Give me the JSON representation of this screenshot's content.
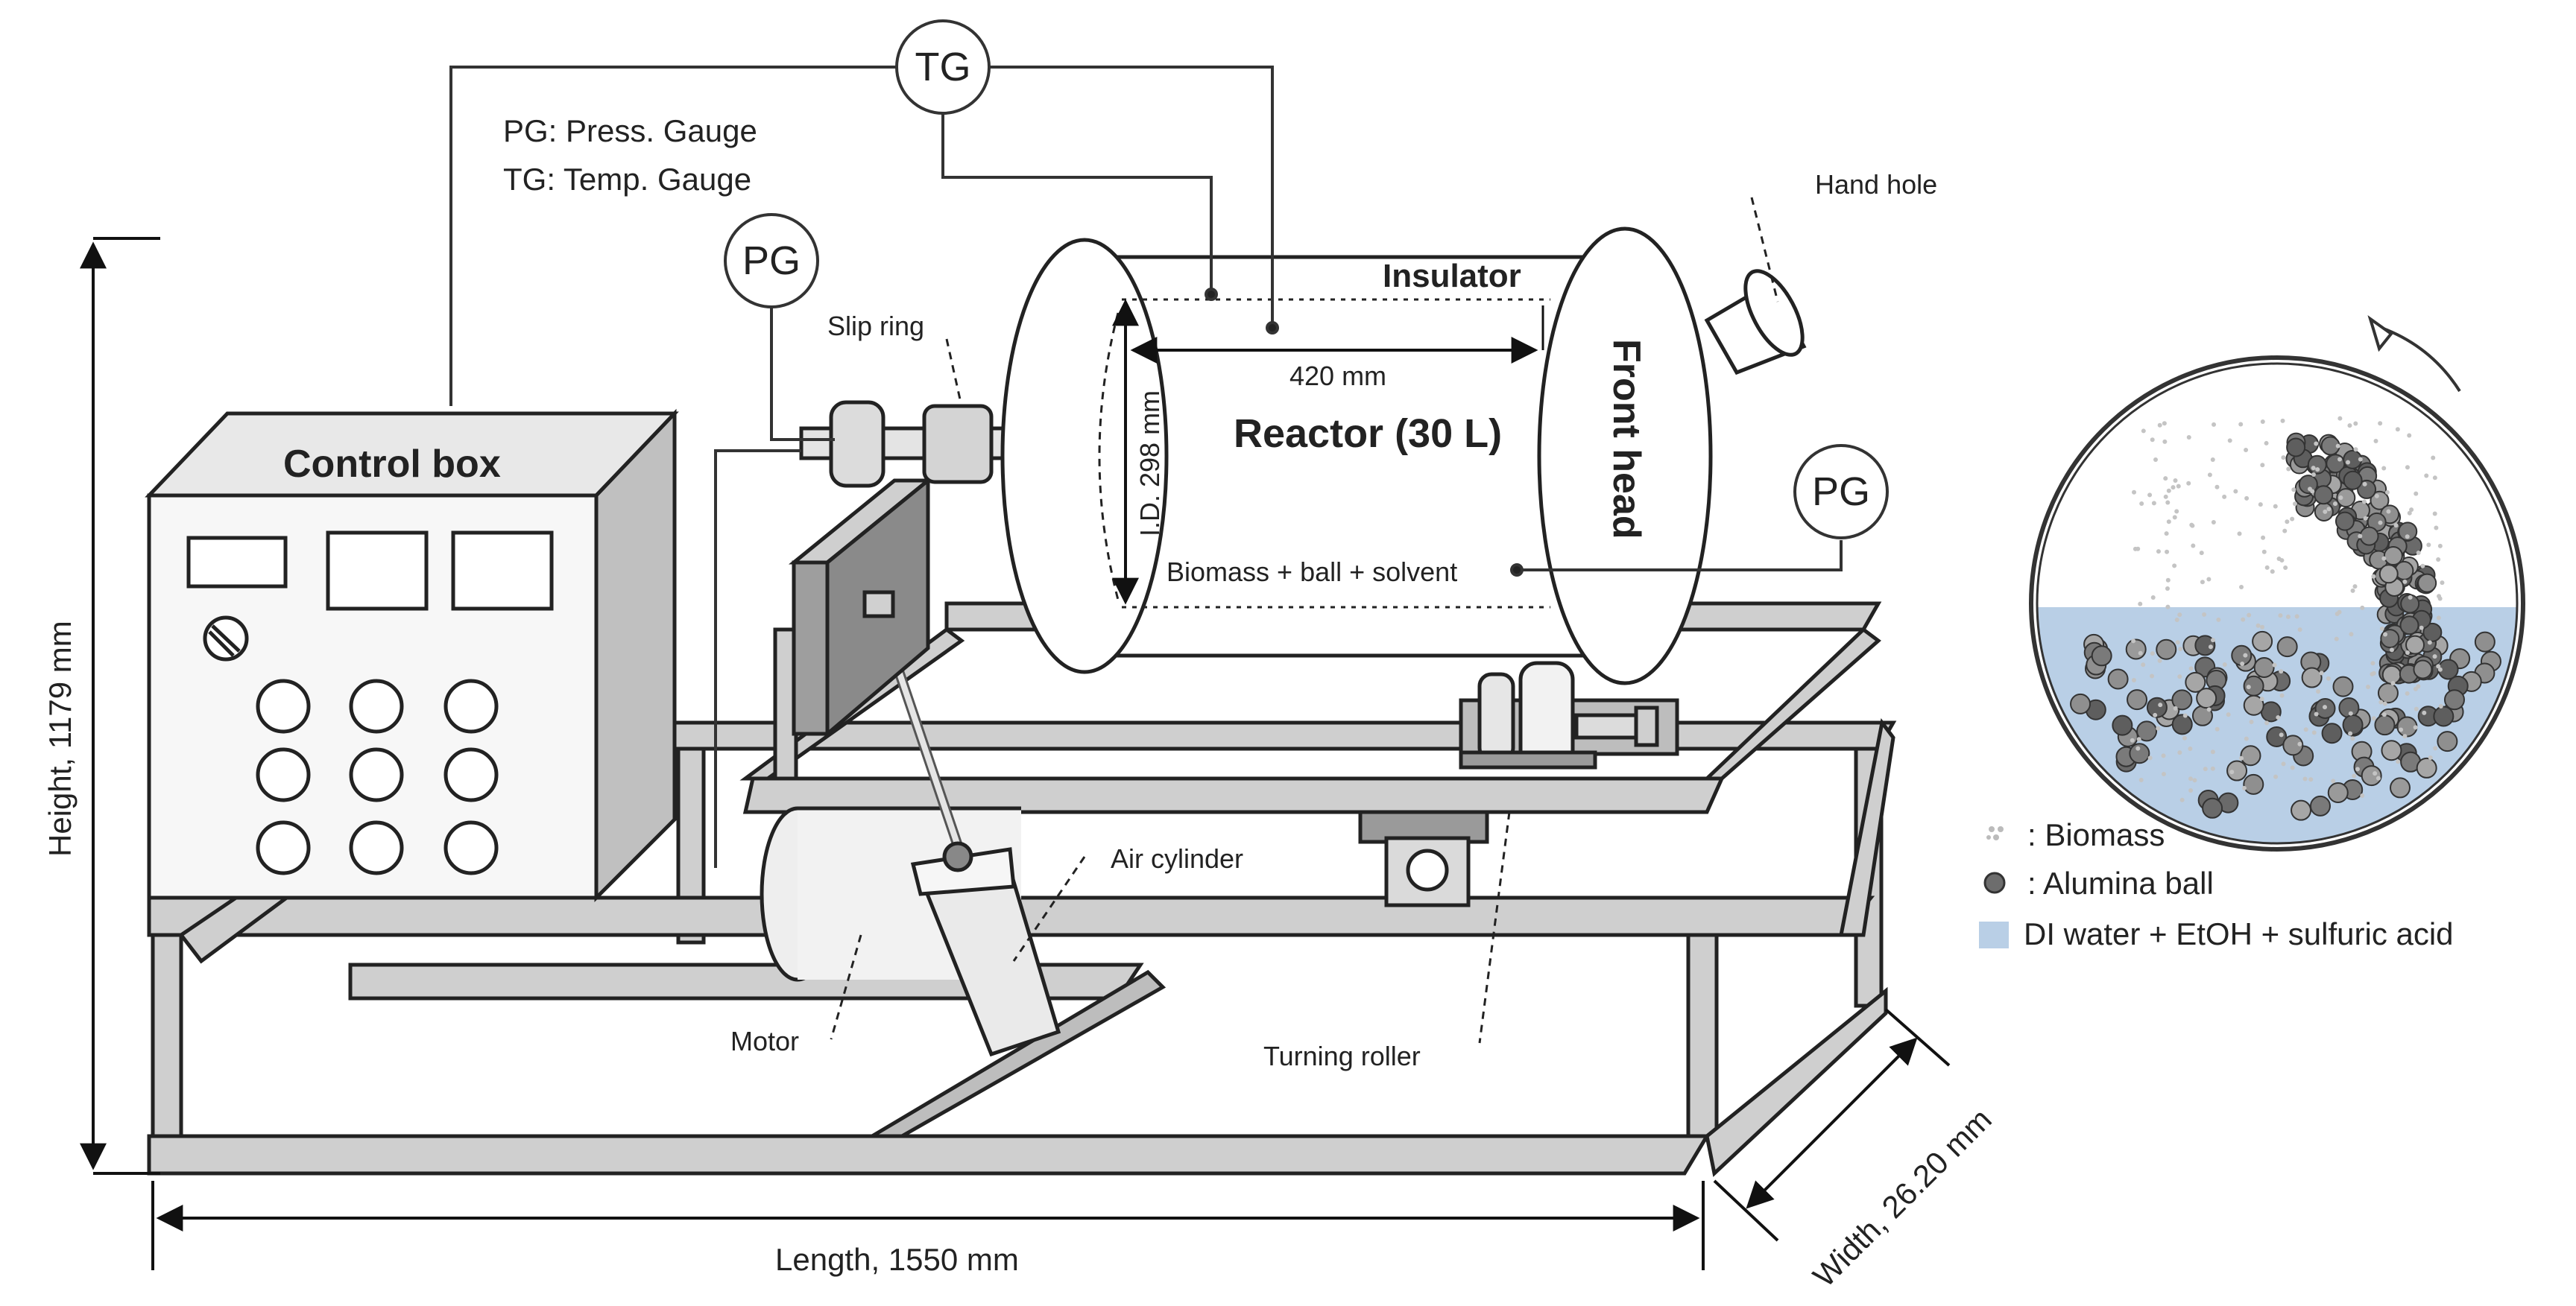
{
  "legend_top": {
    "pg": "PG: Press. Gauge",
    "tg": "TG: Temp. Gauge"
  },
  "gauges": {
    "tg": "TG",
    "pg_left": "PG",
    "pg_right": "PG"
  },
  "labels": {
    "control_box": "Control box",
    "reactor": "Reactor (30 L)",
    "front_head": "Front head",
    "insulator": "Insulator",
    "hand_hole": "Hand hole",
    "slip_ring": "Slip ring",
    "id_dim": "I.D. 298 mm",
    "length_dim": "420 mm",
    "contents": "Biomass + ball + solvent",
    "air_cylinder": "Air cylinder",
    "motor": "Motor",
    "turning_roller": "Turning roller"
  },
  "dimensions": {
    "height": "Height, 1179 mm",
    "length": "Length, 1550 mm",
    "width": "Width, 26.20 mm"
  },
  "legend_right": {
    "biomass": ": Biomass",
    "alumina": ": Alumina ball",
    "liquid": "DI water + EtOH + sulfuric acid"
  },
  "colors": {
    "frame": "#c9c9c9",
    "frame_dark": "#7a7a7a",
    "liquid": "#b9cfe6",
    "ball": "#6d6d6d"
  }
}
